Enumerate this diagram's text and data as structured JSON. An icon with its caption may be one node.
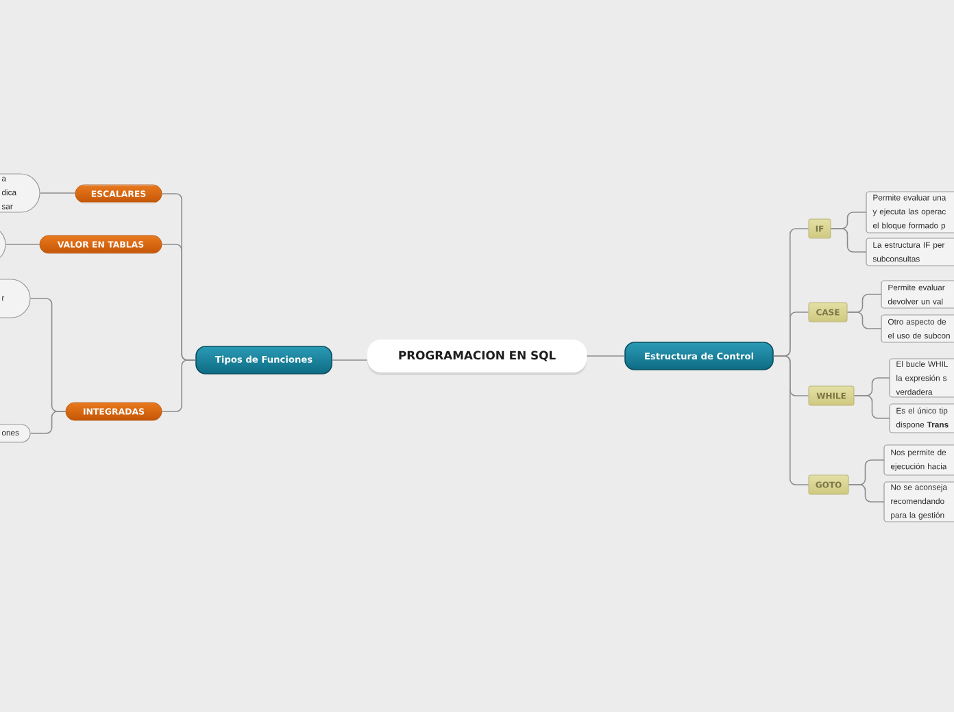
{
  "diagram": {
    "nodes": [
      {
        "text": [
          "PROGRAMACION EN SQL"
        ]
      },
      {
        "text": [
          "Tipos de Funciones"
        ]
      },
      {
        "text": [
          "ESCALARES"
        ]
      },
      {
        "text": [
          "a dica sar"
        ]
      },
      {
        "text": [
          "VALOR EN TABLAS"
        ]
      },
      {
        "text": [],
        "shape": "box"
      },
      {
        "text": [
          "INTEGRADAS"
        ]
      },
      {
        "text": [
          "r"
        ]
      },
      {
        "text": [
          "ones"
        ]
      },
      {
        "text": [
          "Estructura de Control"
        ]
      },
      {
        "text": [
          "IF"
        ]
      },
      {
        "text": [
          "Permite evaluar una y ejecuta las operac el bloque formado p"
        ]
      },
      {
        "text": [
          "La estructura IF per subconsultas"
        ]
      },
      {
        "text": [
          "CASE"
        ]
      },
      {
        "text": [
          "Permite evaluar devolver un val"
        ]
      },
      {
        "text": [
          "Otro aspecto de el uso de subcon"
        ]
      },
      {
        "text": [
          "WHILE"
        ]
      },
      {
        "text": [
          "El bucle WHIL la expresión s verdadera"
        ]
      },
      {
        "text": [
          "Es el único tip dispone **Trans**"
        ]
      },
      {
        "text": [
          "GOTO"
        ]
      },
      {
        "text": [
          "Nos permite de ejecución hacia"
        ]
      },
      {
        "text": [
          "No se aconseja recomendando para la gestión"
        ]
      }
    ],
    "edges": [
      {
        "from": 0,
        "to": 1,
        "arrow": "none"
      },
      {
        "from": 1,
        "to": 2,
        "arrow": "none"
      },
      {
        "from": 2,
        "to": 3,
        "arrow": "none"
      },
      {
        "from": 1,
        "to": 4,
        "arrow": "none"
      },
      {
        "from": 4,
        "to": 5,
        "arrow": "none"
      },
      {
        "from": 1,
        "to": 6,
        "arrow": "none"
      },
      {
        "from": 6,
        "to": 7,
        "arrow": "none"
      },
      {
        "from": 6,
        "to": 8,
        "arrow": "none"
      },
      {
        "from": 0,
        "to": 9,
        "arrow": "none"
      },
      {
        "from": 9,
        "to": 10,
        "arrow": "none"
      },
      {
        "from": 10,
        "to": 11,
        "arrow": "none"
      },
      {
        "from": 10,
        "to": 12,
        "arrow": "none"
      },
      {
        "from": 9,
        "to": 13,
        "arrow": "none"
      },
      {
        "from": 13,
        "to": 14,
        "arrow": "none"
      },
      {
        "from": 13,
        "to": 15,
        "arrow": "none"
      },
      {
        "from": 9,
        "to": 16,
        "arrow": "none"
      },
      {
        "from": 16,
        "to": 17,
        "arrow": "none"
      },
      {
        "from": 16,
        "to": 18,
        "arrow": "none"
      },
      {
        "from": 9,
        "to": 19,
        "arrow": "none"
      },
      {
        "from": 19,
        "to": 20,
        "arrow": "none"
      },
      {
        "from": 19,
        "to": 21,
        "arrow": "none"
      }
    ]
  }
}
